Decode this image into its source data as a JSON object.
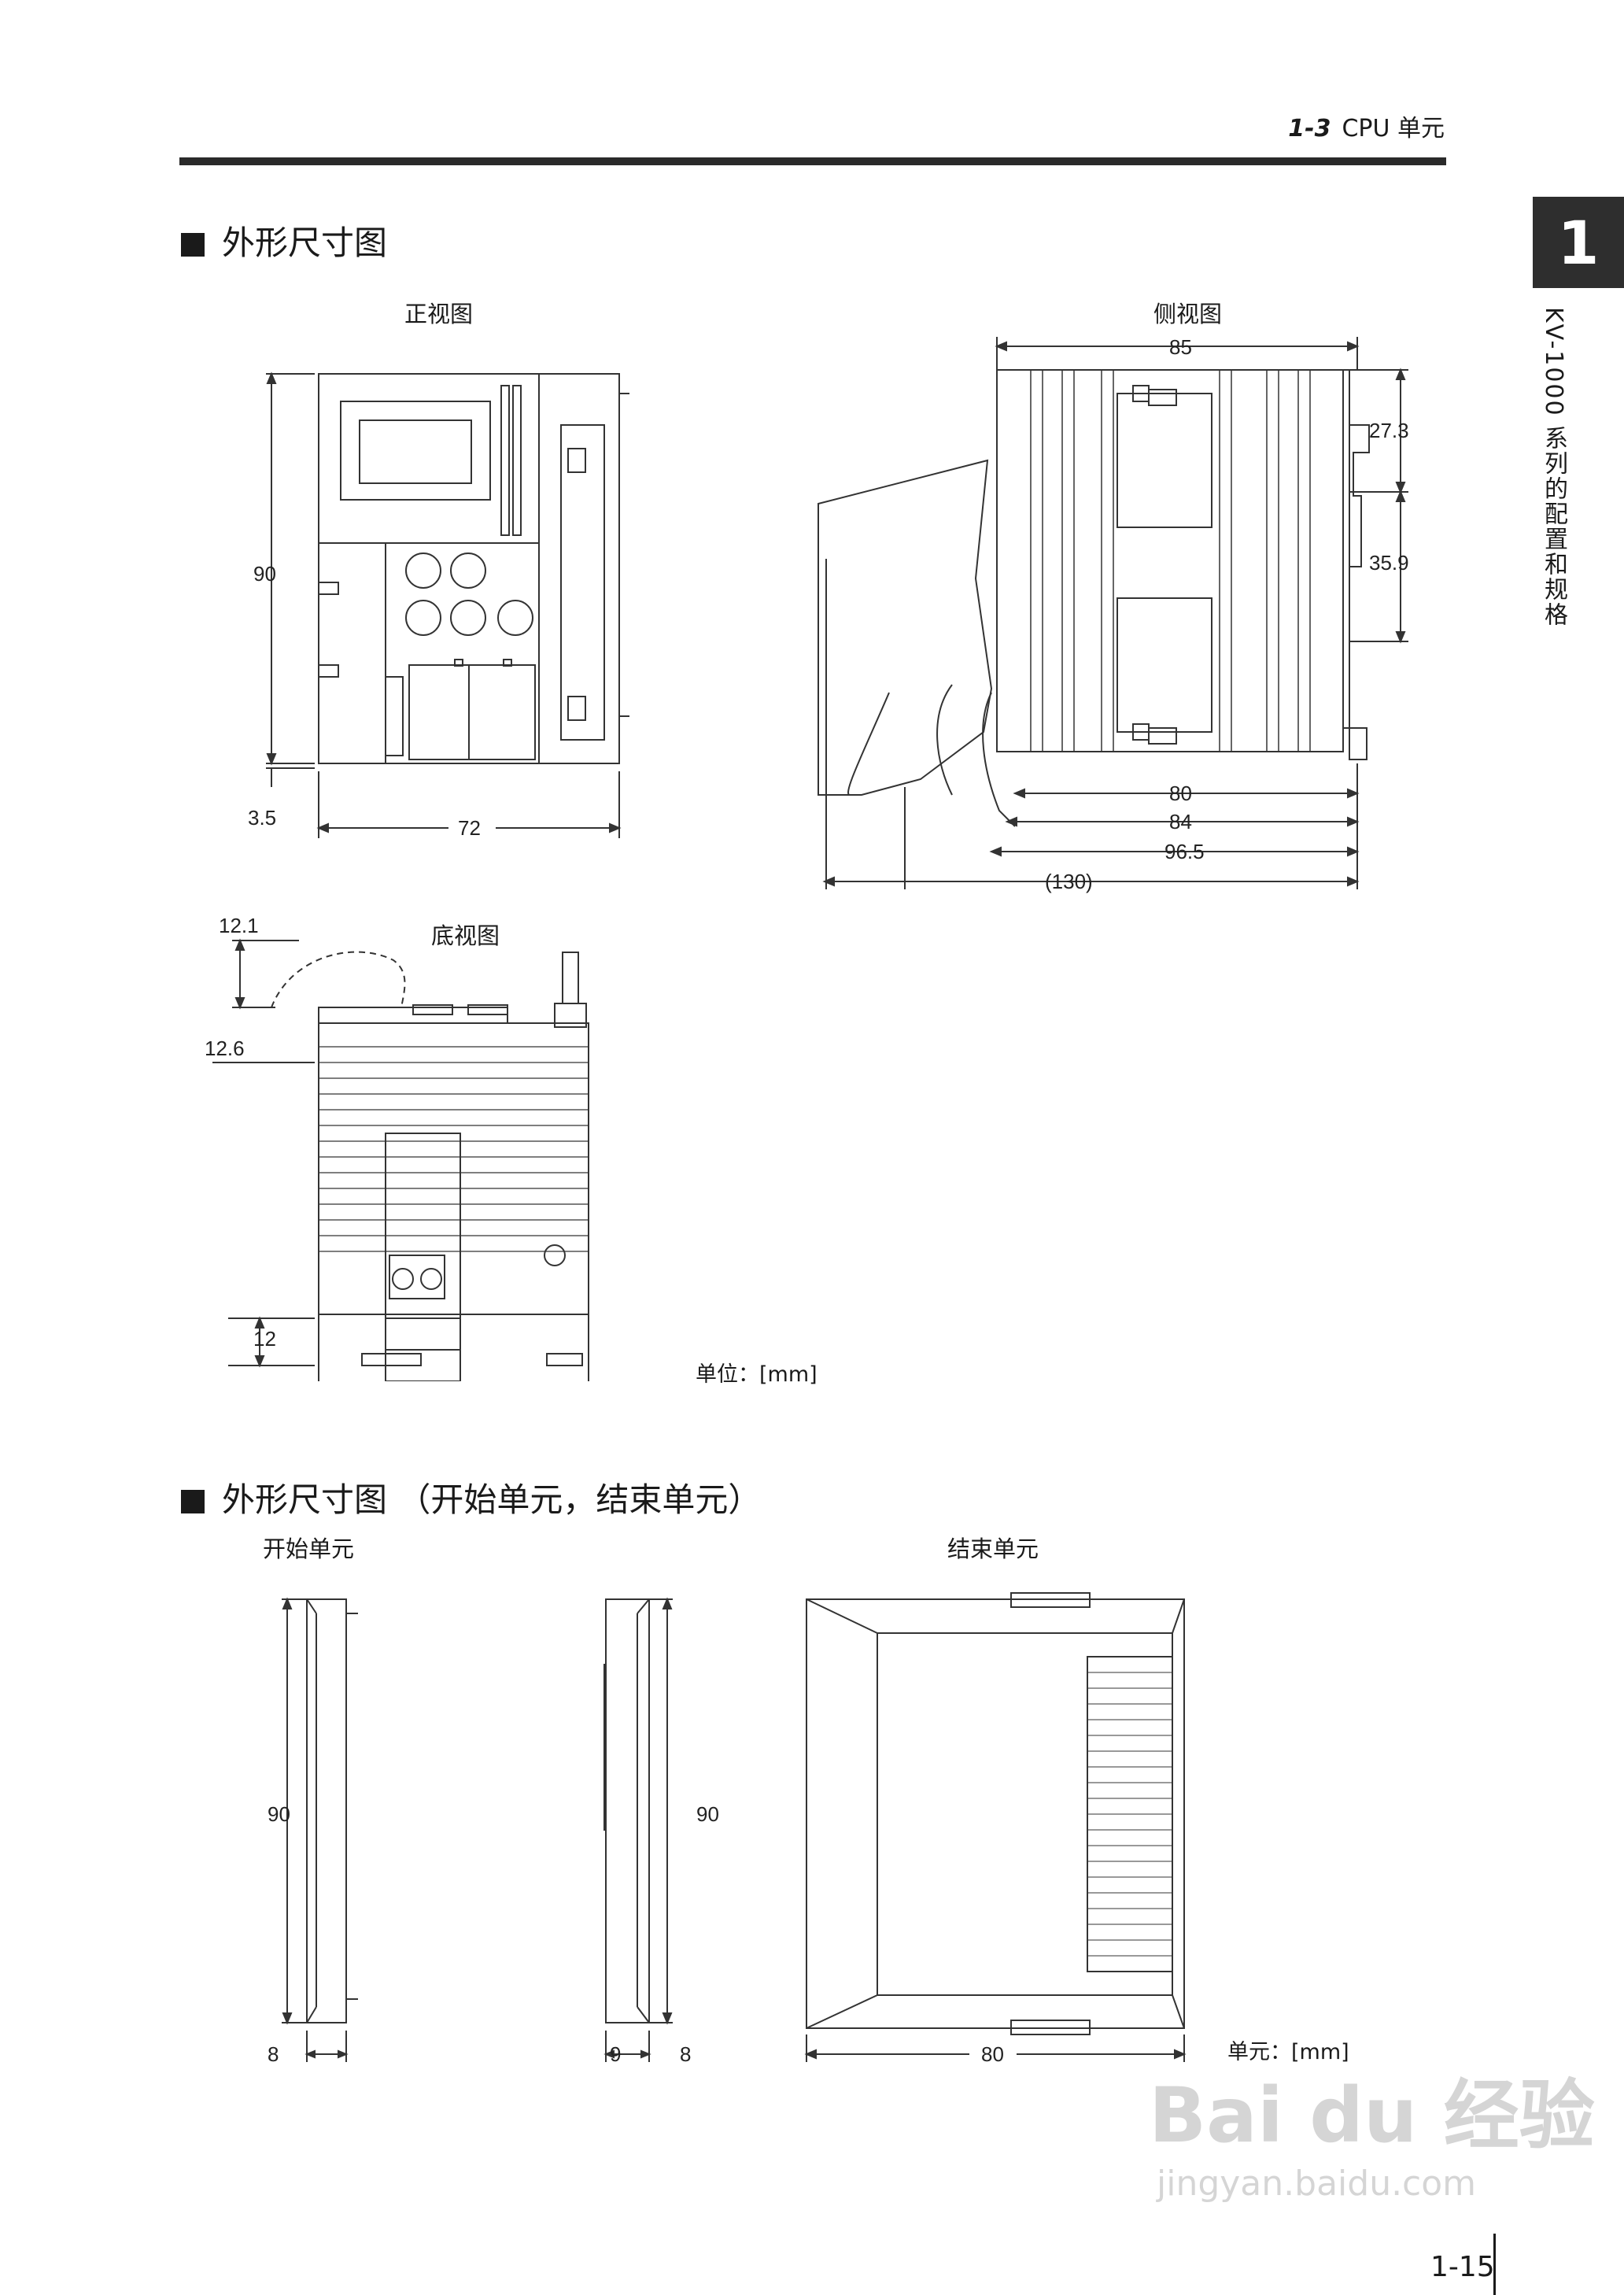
{
  "header": {
    "section_number": "1-3",
    "section_title": "CPU 单元"
  },
  "chapter_tab": {
    "number": "1",
    "side_label": "KV-1000 系列的配置和规格"
  },
  "section1": {
    "title": "外形尺寸图",
    "front_view": {
      "caption": "正视图",
      "dims": {
        "height": "90",
        "width": "72",
        "offset": "3.5"
      }
    },
    "side_view": {
      "caption": "侧视图",
      "dims": {
        "top": "85",
        "d1": "27.3",
        "d2": "35.9",
        "b1": "80",
        "b2": "84",
        "b3": "96.5",
        "b4": "(130)"
      }
    },
    "bottom_view": {
      "caption": "底视图",
      "dims": {
        "a": "12.1",
        "b": "12.6",
        "c": "12"
      }
    },
    "unit": "单位：[mm]"
  },
  "section2": {
    "title": "外形尺寸图 （开始单元，结束单元）",
    "start_unit": {
      "caption": "开始单元",
      "dims": {
        "h1": "90",
        "w1": "8",
        "h2": "90",
        "w2a": "9",
        "w2b": "8"
      }
    },
    "end_unit": {
      "caption": "结束单元",
      "dims": {
        "width": "80"
      }
    },
    "unit": "单元：[mm]"
  },
  "watermark": {
    "brand": "Bai du 经验",
    "url": "jingyan.baidu.com"
  },
  "footer": {
    "page_number": "1-15"
  }
}
